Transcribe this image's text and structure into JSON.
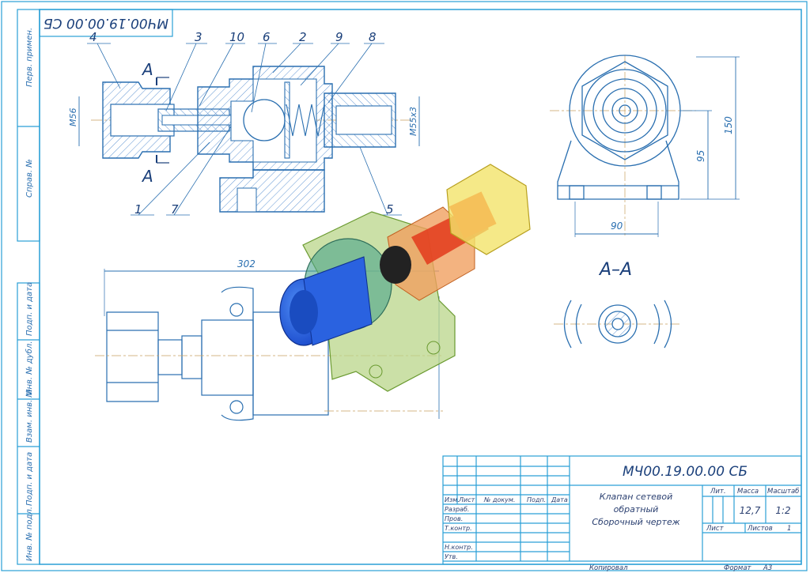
{
  "sheet": {
    "doc_code_rotated": "МЧ00.19.00.00 СБ",
    "margin_labels": [
      "Перв. примен.",
      "Справ. №",
      "Подп. и дата",
      "Инв. № дубл.",
      "Взам. инв. №",
      "Подп. и дата",
      "Инв. № подл."
    ]
  },
  "section_view": {
    "callouts": [
      "1",
      "2",
      "3",
      "4",
      "5",
      "6",
      "7",
      "8",
      "9",
      "10"
    ],
    "cut_label_top": "А",
    "cut_label_bottom": "А",
    "dim_left": "М56",
    "dim_right": "М55x3"
  },
  "end_view": {
    "dim_height_total": "150",
    "dim_height_axis": "95",
    "dim_width": "90"
  },
  "iso_view": {
    "dim_length": "302"
  },
  "section_aa": {
    "title": "А–А"
  },
  "title_block": {
    "designation": "МЧ00.19.00.00 СБ",
    "name_line1": "Клапан сетевой",
    "name_line2": "обратный",
    "name_line3": "Сборочный чертеж",
    "col_headers": [
      "Изм.",
      "Лист",
      "№ докум.",
      "Подп.",
      "Дата"
    ],
    "row_labels": [
      "Разраб.",
      "Пров.",
      "Т.контр.",
      "Н.контр.",
      "Утв."
    ],
    "lit_label": "Лит.",
    "mass_label": "Масса",
    "scale_label": "Масштаб",
    "mass_value": "12,7",
    "scale_value": "1:2",
    "sheet_label": "Лист",
    "sheets_label": "Листов",
    "sheets_value": "1",
    "copied_label": "Копировал",
    "format_label": "Формат",
    "format_value": "А3"
  }
}
